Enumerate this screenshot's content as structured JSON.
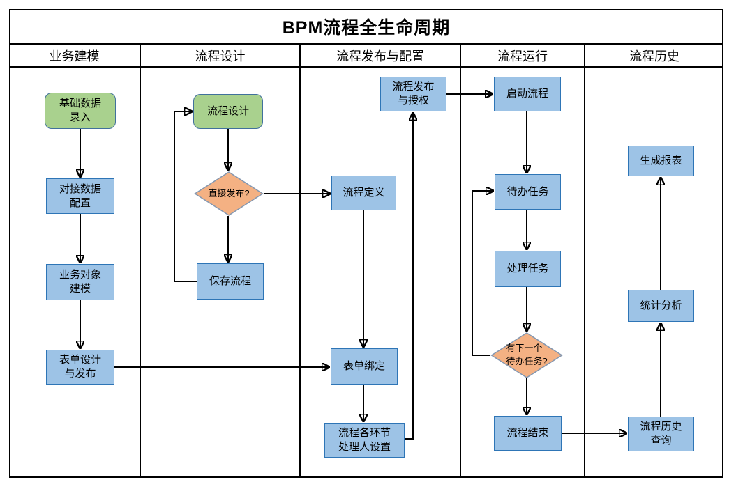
{
  "title": "BPM流程全生命周期",
  "lanes": [
    {
      "label": "业务建模"
    },
    {
      "label": "流程设计"
    },
    {
      "label": "流程发布与配置"
    },
    {
      "label": "流程运行"
    },
    {
      "label": "流程历史"
    }
  ],
  "nodes": {
    "basic_data_entry": {
      "label": "基础数据\n录入",
      "shape": "rounded",
      "lane": "业务建模"
    },
    "docking_data_cfg": {
      "label": "对接数据\n配置",
      "shape": "rect",
      "lane": "业务建模"
    },
    "biz_object_model": {
      "label": "业务对象\n建模",
      "shape": "rect",
      "lane": "业务建模"
    },
    "form_design_pub": {
      "label": "表单设计\n与发布",
      "shape": "rect",
      "lane": "业务建模"
    },
    "process_design": {
      "label": "流程设计",
      "shape": "rounded",
      "lane": "流程设计"
    },
    "direct_publish": {
      "label": "直接发布?",
      "shape": "diamond",
      "lane": "流程设计"
    },
    "save_process": {
      "label": "保存流程",
      "shape": "rect",
      "lane": "流程设计"
    },
    "publish_authorize": {
      "label": "流程发布\n与授权",
      "shape": "rect",
      "lane": "流程发布与配置"
    },
    "process_definition": {
      "label": "流程定义",
      "shape": "rect",
      "lane": "流程发布与配置"
    },
    "form_binding": {
      "label": "表单绑定",
      "shape": "rect",
      "lane": "流程发布与配置"
    },
    "handler_setting": {
      "label": "流程各环节\n处理人设置",
      "shape": "rect",
      "lane": "流程发布与配置"
    },
    "start_process": {
      "label": "启动流程",
      "shape": "rect",
      "lane": "流程运行"
    },
    "todo_task": {
      "label": "待办任务",
      "shape": "rect",
      "lane": "流程运行"
    },
    "handle_task": {
      "label": "处理任务",
      "shape": "rect",
      "lane": "流程运行"
    },
    "next_todo": {
      "label": "有下一个\n待办任务?",
      "shape": "diamond",
      "lane": "流程运行"
    },
    "process_end": {
      "label": "流程结束",
      "shape": "rect",
      "lane": "流程运行"
    },
    "generate_report": {
      "label": "生成报表",
      "shape": "rect",
      "lane": "流程历史"
    },
    "stat_analysis": {
      "label": "统计分析",
      "shape": "rect",
      "lane": "流程历史"
    },
    "history_query": {
      "label": "流程历史\n查询",
      "shape": "rect",
      "lane": "流程历史"
    }
  },
  "colors": {
    "green_fill": "#A9D18E",
    "green_stroke": "#41719C",
    "blue_fill": "#9DC3E6",
    "blue_stroke": "#2E75B6",
    "orange_fill": "#F4B183",
    "orange_stroke": "#8497B0",
    "line": "#000000"
  }
}
